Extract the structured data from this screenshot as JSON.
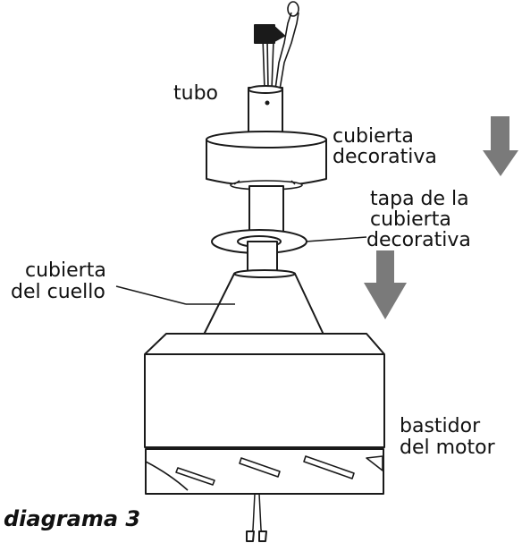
{
  "labels": {
    "tube": "tubo",
    "decorative_cover_1": "cubierta",
    "decorative_cover_2": "decorativa",
    "cover_cap_1": "tapa de la",
    "cover_cap_2": "cubierta",
    "cover_cap_3": "decorativa",
    "collar_cover_1": "cubierta",
    "collar_cover_2": "del cuello",
    "motor_housing_1": "bastidor",
    "motor_housing_2": "del motor"
  },
  "caption": "diagrama 3",
  "colors": {
    "line": "#1a1a1a",
    "arrow": "#7a7a7a",
    "wire_red": "#c0392b",
    "fill": "#ffffff"
  }
}
